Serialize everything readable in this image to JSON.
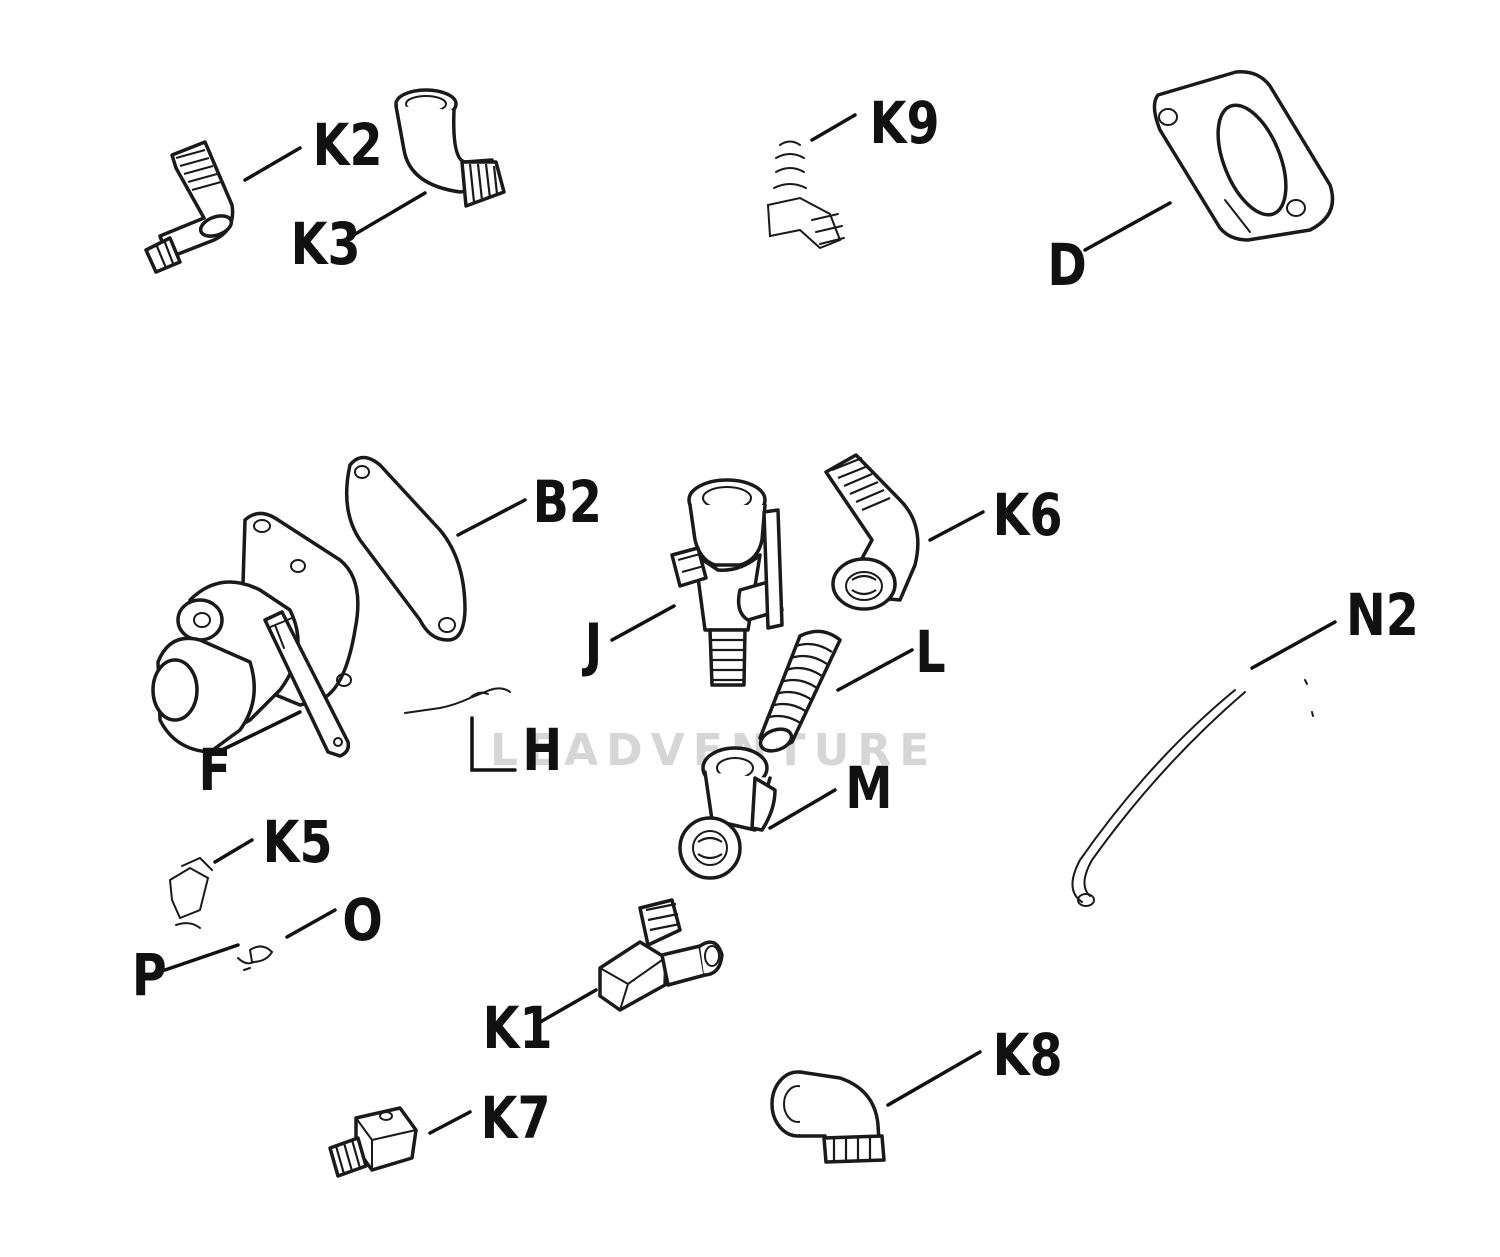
{
  "diagram": {
    "watermark": "LEADVENTURE",
    "labels": {
      "k2": "K2",
      "k3": "K3",
      "k9": "K9",
      "d": "D",
      "b2": "B2",
      "j": "J",
      "k6": "K6",
      "n2": "N2",
      "l": "L",
      "f": "F",
      "h": "H",
      "m": "M",
      "k5": "K5",
      "o": "O",
      "p": "P",
      "k1": "K1",
      "k8": "K8",
      "k7": "K7"
    },
    "parts": [
      {
        "id": "K2",
        "icon": "elbow-fitting-icon"
      },
      {
        "id": "K3",
        "icon": "elbow-fitting-icon"
      },
      {
        "id": "K9",
        "icon": "elbow-fitting-icon"
      },
      {
        "id": "D",
        "icon": "flange-spacer-icon"
      },
      {
        "id": "B2",
        "icon": "gasket-icon"
      },
      {
        "id": "F",
        "icon": "fuel-pump-icon"
      },
      {
        "id": "H",
        "icon": "spring-clip-icon"
      },
      {
        "id": "J",
        "icon": "shutoff-valve-icon"
      },
      {
        "id": "K6",
        "icon": "elbow-fitting-icon"
      },
      {
        "id": "L",
        "icon": "nipple-fitting-icon"
      },
      {
        "id": "M",
        "icon": "tee-fitting-icon"
      },
      {
        "id": "N2",
        "icon": "fuel-line-icon"
      },
      {
        "id": "K5",
        "icon": "fitting-icon"
      },
      {
        "id": "O",
        "icon": "hose-clamp-icon"
      },
      {
        "id": "P",
        "icon": "clamp-icon"
      },
      {
        "id": "K1",
        "icon": "elbow-fitting-icon"
      },
      {
        "id": "K7",
        "icon": "connector-fitting-icon"
      },
      {
        "id": "K8",
        "icon": "street-elbow-icon"
      }
    ]
  }
}
